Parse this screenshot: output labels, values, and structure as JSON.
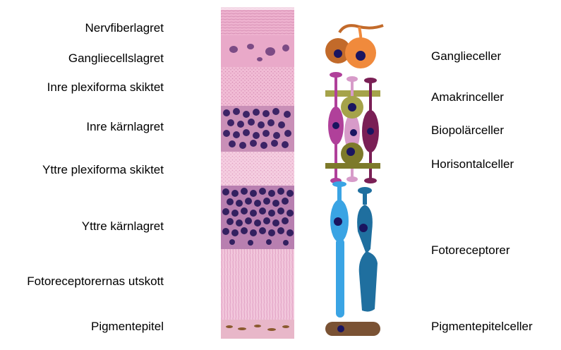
{
  "layers": {
    "nerve_fiber": "Nervfiberlagret",
    "ganglion_cell": "Gangliecellslagret",
    "inner_plexiform": "Inre plexiforma skiktet",
    "inner_nuclear": "Inre kärnlagret",
    "outer_plexiform": "Yttre plexiforma skiktet",
    "outer_nuclear": "Yttre kärnlagret",
    "photoreceptor_segments": "Fotoreceptorernas utskott",
    "pigment_epithelium": "Pigmentepitel"
  },
  "cells": {
    "ganglion": "Ganglieceller",
    "amacrine": "Amakrinceller",
    "bipolar": "Biopolärceller",
    "horizontal": "Horisontalceller",
    "photoreceptor": "Fotoreceptorer",
    "pigment_epithelial": "Pigmentepitelceller"
  },
  "colors": {
    "ganglion_left": "#c26a2a",
    "ganglion_right": "#f08a3c",
    "amacrine": "#a5a34a",
    "bipolar_left": "#b0409a",
    "bipolar_mid": "#d79bc9",
    "bipolar_right": "#7a1f55",
    "horizontal": "#7d7a2a",
    "rod": "#3aa4e4",
    "cone": "#1f6f9f",
    "pigment": "#7a5234",
    "nucleus": "#1a1560"
  }
}
